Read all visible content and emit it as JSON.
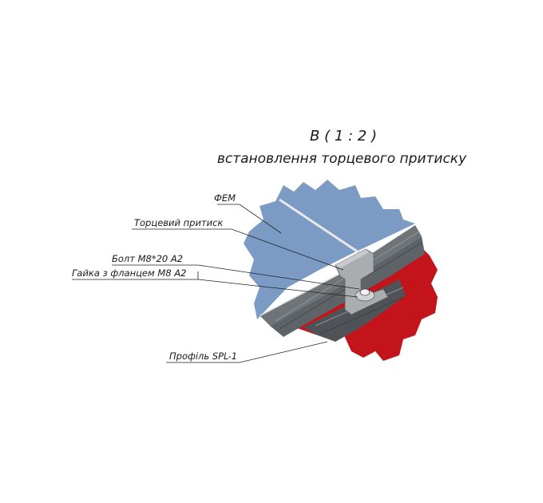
{
  "title": {
    "view": "В ( 1 : 2 )",
    "subtitle": "встановлення торцевого притиску"
  },
  "callouts": {
    "fem": "ФЕМ",
    "end_clamp": "Торцевий притиск",
    "bolt": "Болт М8*20 А2",
    "nut": "Гайка з фланцем М8 А2",
    "profile": "Профіль SPL-1"
  },
  "colors": {
    "panel": "#7b9ac4",
    "roof": "#c3141b",
    "rail": "#6f7478",
    "clamp": "#a9adb0"
  }
}
